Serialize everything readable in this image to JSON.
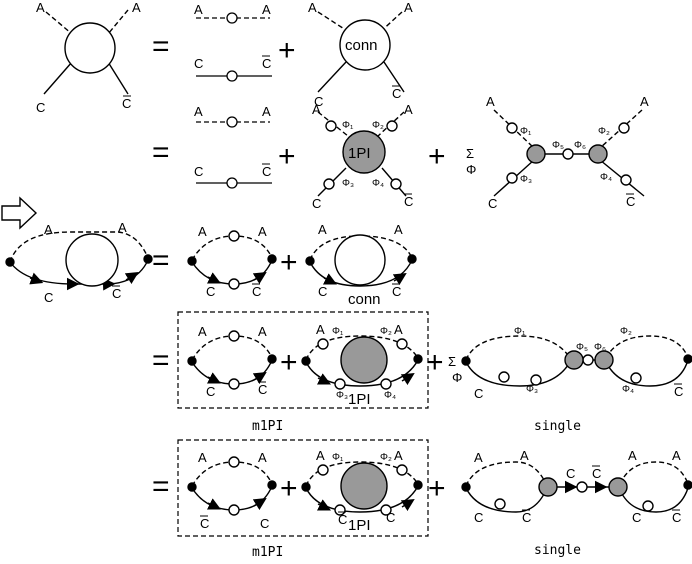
{
  "labels": {
    "A": "A",
    "C": "C",
    "Cbar": "C",
    "Phi": "Φ",
    "Phi1": "Φ₁",
    "Phi2": "Φ₂",
    "Phi3": "Φ₃",
    "Phi4": "Φ₄",
    "Phi5": "Φ₅",
    "Phi6": "Φ₆",
    "sum": "Σ",
    "conn": "conn",
    "onePI": "1PI",
    "m1PI": "m1PI",
    "single": "single"
  },
  "operators": {
    "equals": "=",
    "plus": "+"
  },
  "colors": {
    "line": "#000000",
    "blob_fill": "#ffffff",
    "vertex_fill": "#999999",
    "node_fill": "#ffffff"
  }
}
